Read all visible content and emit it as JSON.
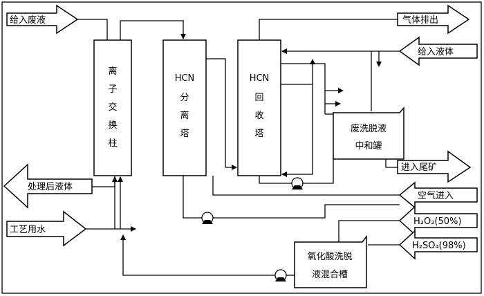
{
  "inputs": {
    "waste_liquid": "给入废液",
    "liquid_in": "给入液体",
    "process_water": "工艺用水",
    "air_in": "空气进入",
    "h2o2": "H₂O₂(50%)",
    "h2so4": "H₂SO₄(98%)"
  },
  "outputs": {
    "gas_exhaust": "气体排出",
    "treated_liquid": "处理后液体",
    "to_tailings": "进入尾矿"
  },
  "units": {
    "ion_exchange": [
      "离",
      "子",
      "交",
      "换",
      "柱"
    ],
    "hcn_separation": [
      "HCN",
      "分",
      "离",
      "塔"
    ],
    "hcn_recovery": [
      "HCN",
      "回",
      "收",
      "塔"
    ],
    "neutralizer": [
      "废洗脱液",
      "中和罐"
    ],
    "mixing_tank": [
      "氧化酸洗脱",
      "液混合槽"
    ]
  }
}
